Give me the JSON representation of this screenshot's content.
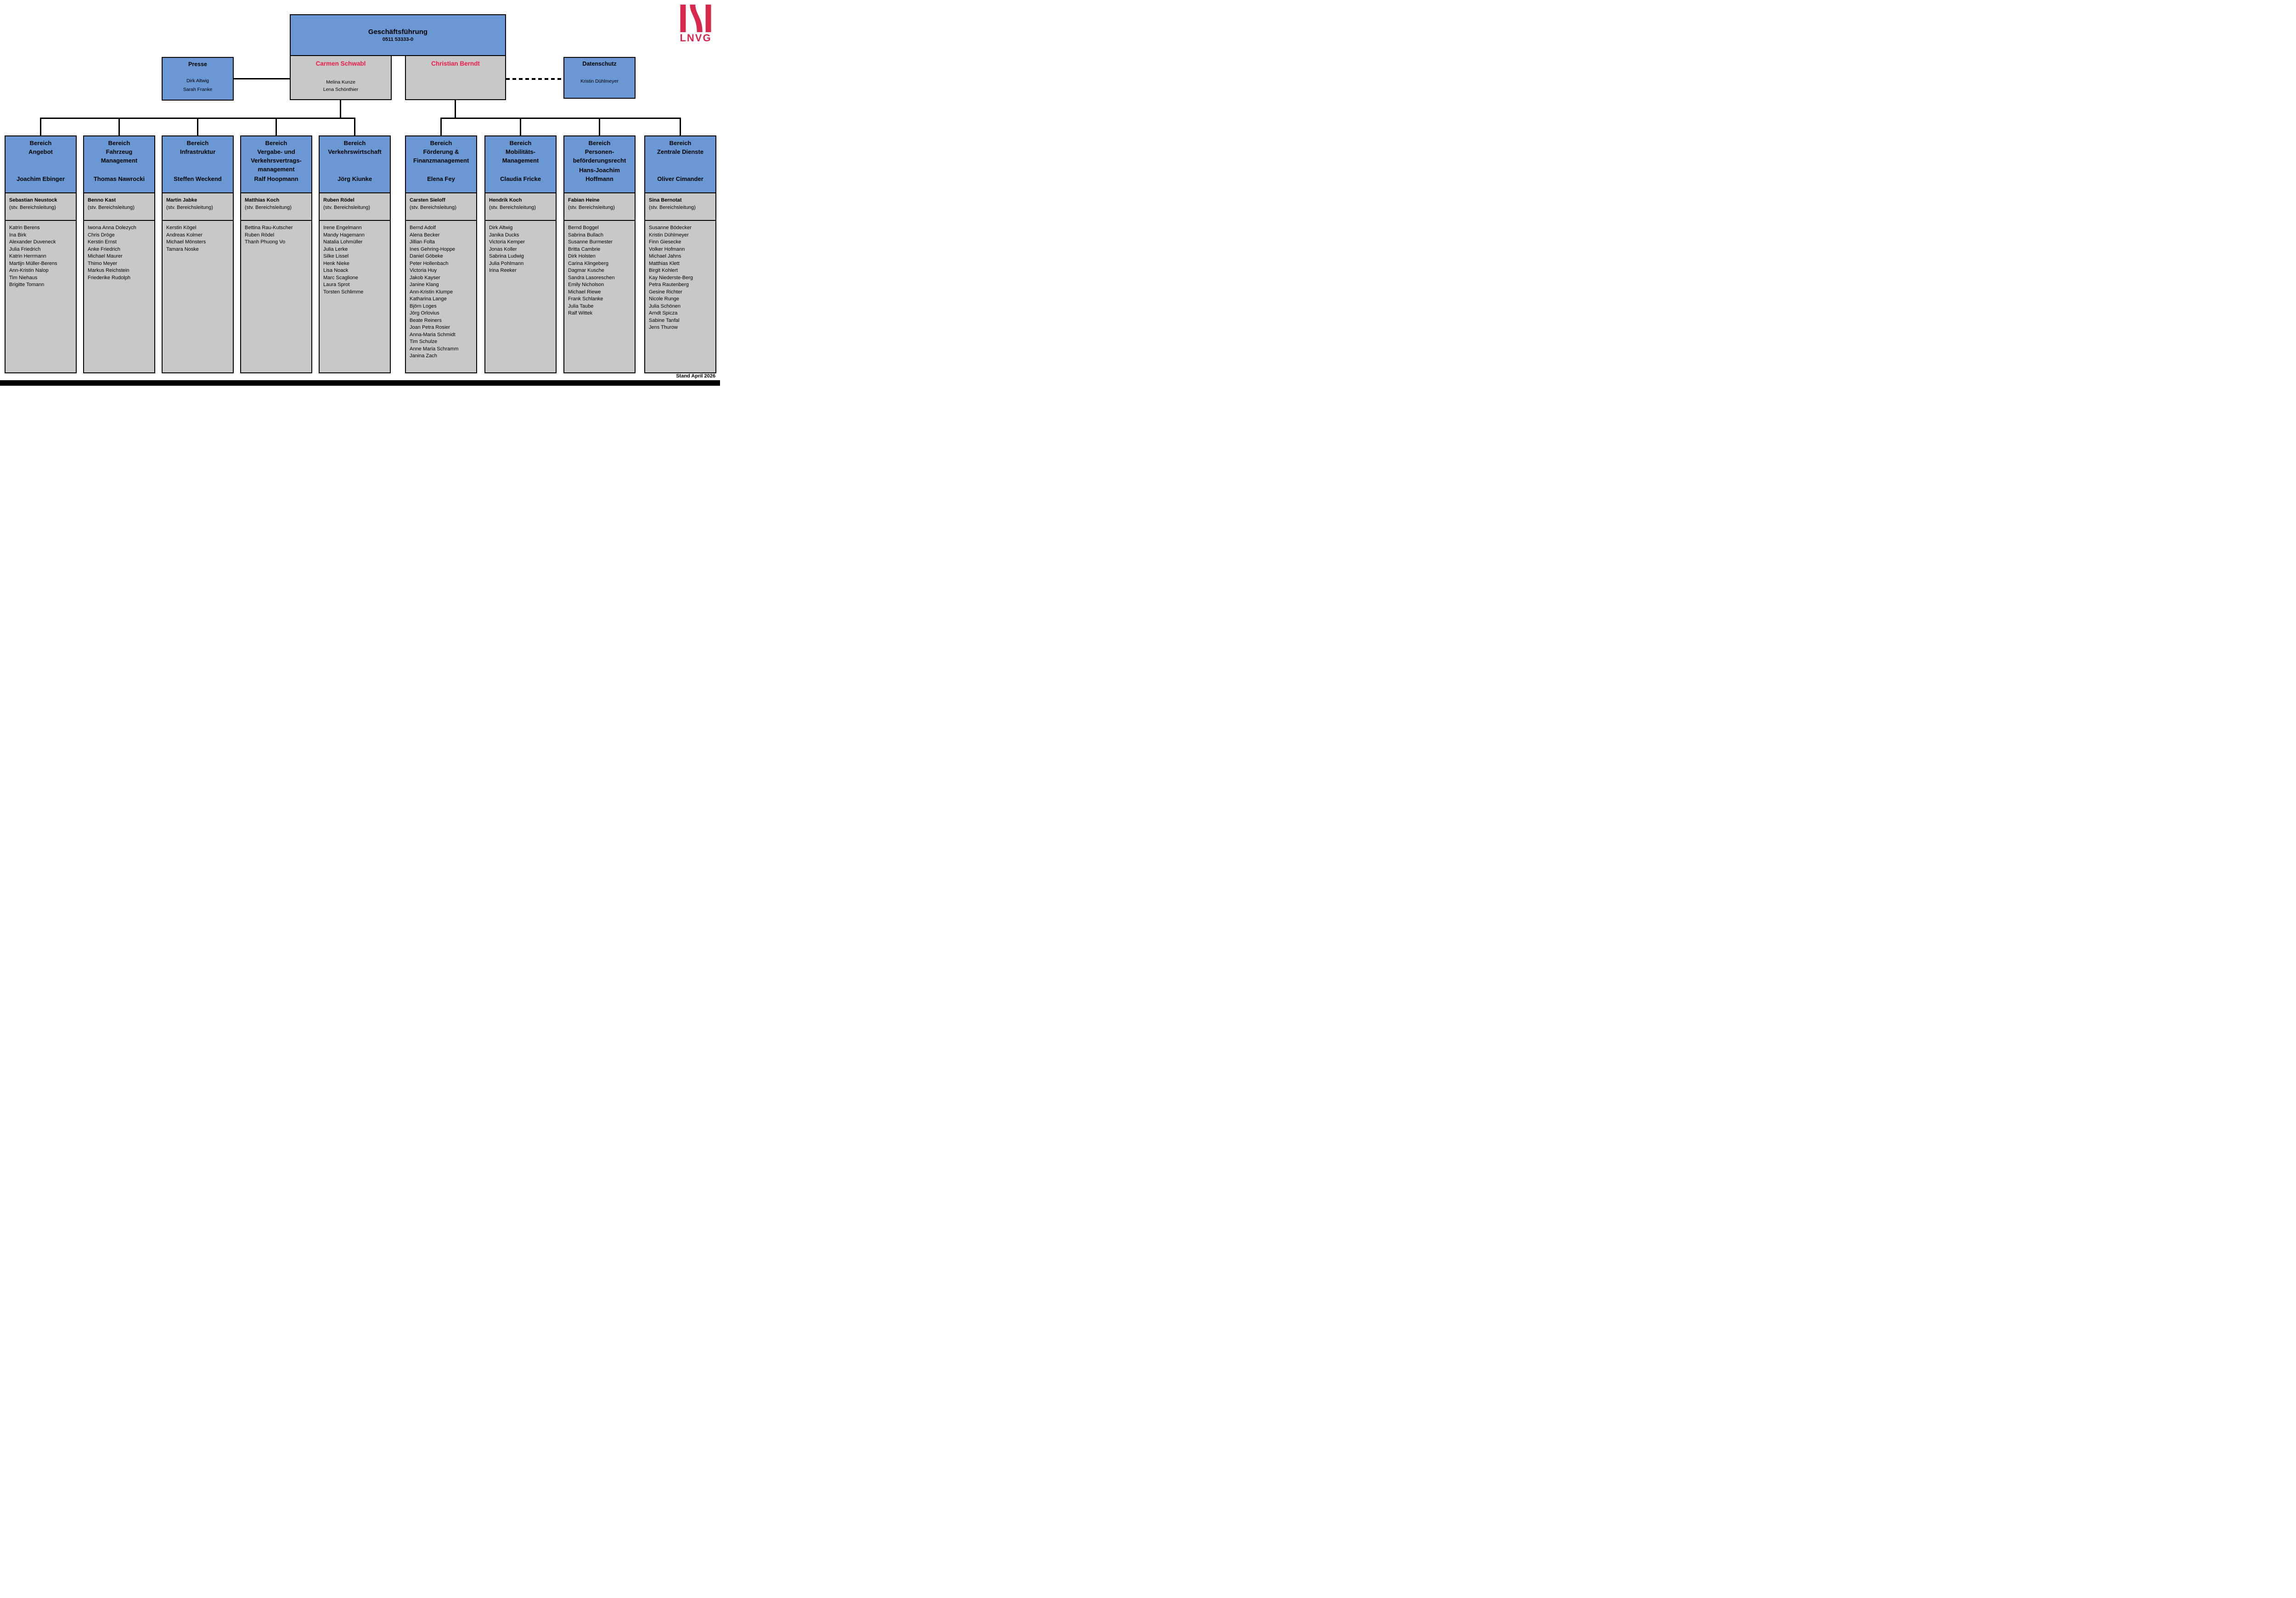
{
  "logo": {
    "text": "LNVG"
  },
  "footer": {
    "stand": "Stand April 2026"
  },
  "colors": {
    "box_blue": "#6A98D4",
    "box_gray": "#C8C8C8",
    "name_red": "#ED1C46",
    "logo_red": "#D8284E"
  },
  "management": {
    "title": "Geschäftsführung",
    "phone": "0511 53333-0",
    "ceo1": {
      "name": "Carmen Schwabl",
      "staff": [
        "Melina Kunze",
        "Lena Schönthier"
      ]
    },
    "ceo2": {
      "name": "Christian Berndt",
      "staff": []
    }
  },
  "presse": {
    "title": "Presse",
    "staff": [
      "Dirk Altwig",
      "Sarah Franke"
    ]
  },
  "datenschutz": {
    "title": "Datenschutz",
    "staff": [
      "Kristin Dühlmeyer"
    ]
  },
  "departments": [
    {
      "title": [
        "Bereich",
        "Angebot"
      ],
      "lead": "Joachim Ebinger",
      "deputy": "Sebastian Neustock",
      "deputy_role": "(stv. Bereichsleitung)",
      "staff": [
        "Katrin Berens",
        "Ina Birk",
        "Alexander Duveneck",
        "Julia Friedrich",
        "Katrin Herrmann",
        "Martijn Müller-Berens",
        "Ann-Kristin Nalop",
        "Tim Niehaus",
        "Brigitte Tomann"
      ]
    },
    {
      "title": [
        "Bereich",
        "Fahrzeug",
        "Management"
      ],
      "lead": "Thomas Nawrocki",
      "deputy": "Benno Kast",
      "deputy_role": "(stv. Bereichsleitung)",
      "staff": [
        "Iwona Anna Dolezych",
        "Chris Dröge",
        "Kerstin Ernst",
        "Anke Friedrich",
        "Michael Maurer",
        "Thimo Meyer",
        "Markus Reichstein",
        "Friederike Rudolph"
      ]
    },
    {
      "title": [
        "Bereich",
        "Infrastruktur"
      ],
      "lead": "Steffen Weckend",
      "deputy": "Martin Jabke",
      "deputy_role": "(stv. Bereichsleitung)",
      "staff": [
        "Kerstin Kögel",
        "Andreas Kolmer",
        "Michael Mönsters",
        "Tamara Noske"
      ]
    },
    {
      "title": [
        "Bereich",
        "Vergabe- und",
        "Verkehrsvertrags-",
        "management"
      ],
      "lead": "Ralf Hoopmann",
      "deputy": "Matthias Koch",
      "deputy_role": "(stv. Bereichsleitung)",
      "staff": [
        "Bettina Rau-Kutscher",
        "Ruben Rödel",
        "Thanh Phuong Vo"
      ]
    },
    {
      "title": [
        "Bereich",
        "Verkehrswirtschaft"
      ],
      "lead": "Jörg Kiunke",
      "deputy": "Ruben Rödel",
      "deputy_role": "(stv. Bereichsleitung)",
      "staff": [
        "Irene Engelmann",
        "Mandy Hagemann",
        "Natalia Lohmüller",
        "Julia Lerke",
        "Silke Lissel",
        "Henk Nieke",
        "Lisa Noack",
        "Marc Scaglione",
        "Laura Sprot",
        "Torsten Schlimme"
      ]
    },
    {
      "title": [
        "Bereich",
        "Förderung &",
        "Finanzmanagement"
      ],
      "lead": "Elena Fey",
      "deputy": "Carsten Sieloff",
      "deputy_role": "(stv. Bereichsleitung)",
      "staff": [
        "Bernd Adolf",
        "Alena Becker",
        "Jillian Folta",
        "Ines Gehring-Hoppe",
        "Daniel Göbeke",
        "Peter Hollenbach",
        "Victoria Huy",
        "Jakob Kayser",
        "Janine Klang",
        "Ann-Kristin Klumpe",
        "Katharina Lange",
        "Björn Loges",
        "Jörg Orlovius",
        "Beate Reiners",
        "Joan Petra Rosier",
        "Anna-Maria Schmidt",
        "Tim Schulze",
        "Anne Maria Schramm",
        "Janina Zach"
      ]
    },
    {
      "title": [
        "Bereich",
        "Mobilitäts-",
        "Management"
      ],
      "lead": "Claudia Fricke",
      "deputy": "Hendrik Koch",
      "deputy_role": "(stv. Bereichsleitung)",
      "staff": [
        "Dirk Altwig",
        "Janika Ducks",
        "Victoria Kemper",
        "Jonas Koller",
        "Sabrina Ludwig",
        "Julia Pohlmann",
        "Irina Reeker"
      ]
    },
    {
      "title": [
        "Bereich",
        "Personen-",
        "beförderungsrecht"
      ],
      "lead": "Hans-Joachim Hoffmann",
      "deputy": "Fabian Heine",
      "deputy_role": "(stv. Bereichsleitung)",
      "staff": [
        "Bernd Boggel",
        "Sabrina Bullach",
        "Susanne Burmester",
        "Britta Cambrie",
        "Dirk Holsten",
        "Carina Klingeberg",
        "Dagmar Kusche",
        "Sandra Lasoreschen",
        "Emily Nicholson",
        "Michael Riewe",
        "Frank Schlanke",
        "Julia Taube",
        "Ralf Wittek"
      ]
    },
    {
      "title": [
        "Bereich",
        "Zentrale Dienste"
      ],
      "lead": "Oliver Cimander",
      "deputy": "Sina Bernotat",
      "deputy_role": "(stv. Bereichsleitung)",
      "staff": [
        "Susanne Bödecker",
        "Kristin Dühlmeyer",
        "Finn Giesecke",
        "Volker Hofmann",
        "Michael Jahns",
        "Matthias Klett",
        "Birgit Kohlert",
        "Kay Niederste-Berg",
        "Petra Rautenberg",
        "Gesine Richter",
        "Nicole Runge",
        "Julia Schönen",
        "Arndt Spicza",
        "Sabine Tanfal",
        "Jens Thurow"
      ]
    }
  ]
}
